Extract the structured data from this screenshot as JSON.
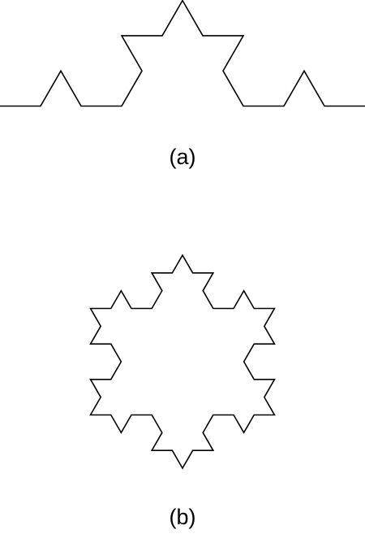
{
  "figure": {
    "panels": [
      {
        "label": "(a)",
        "shape": "koch-curve",
        "iterations": 2
      },
      {
        "label": "(b)",
        "shape": "koch-snowflake",
        "iterations": 2
      }
    ],
    "stroke_color": "#000000",
    "caption_color": "#000000",
    "background_color": "#ffffff"
  }
}
